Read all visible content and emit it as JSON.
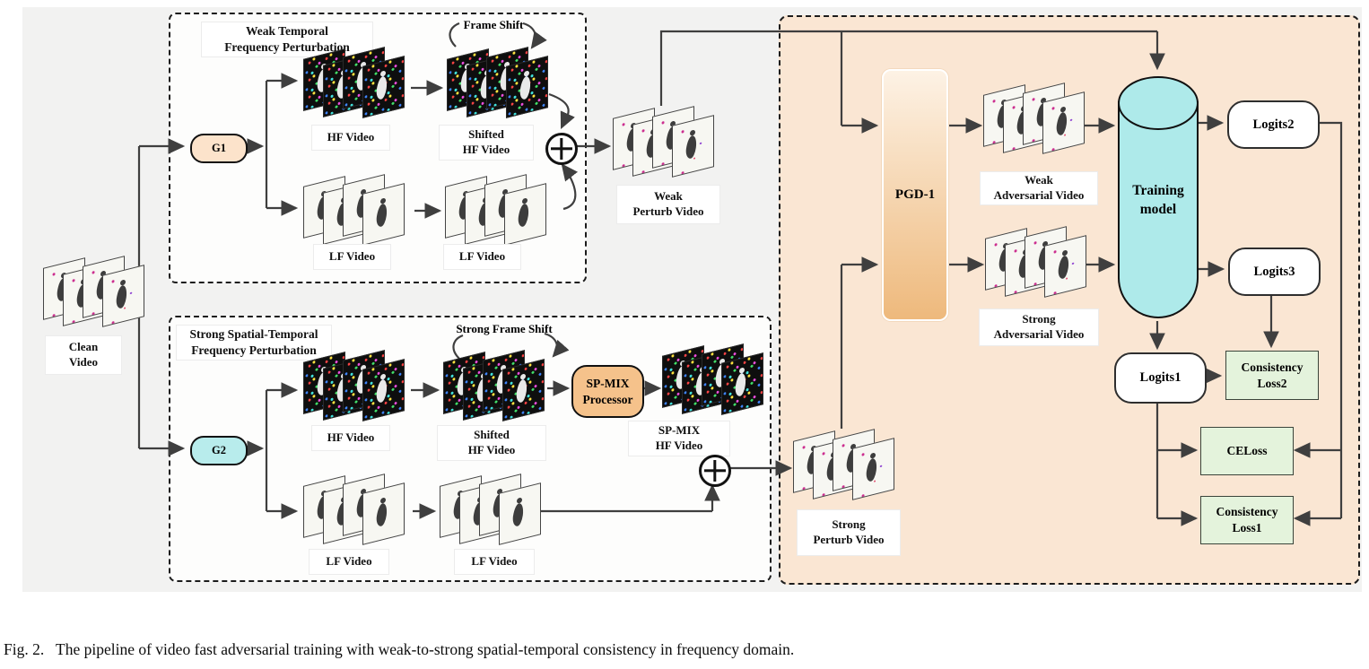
{
  "caption": "Fig. 2.   The pipeline of video fast adversarial training with weak-to-strong spatial-temporal consistency in frequency domain.",
  "input": {
    "clean_video": "Clean\nVideo"
  },
  "weak_branch": {
    "title": "Weak Temporal\nFrequency Perturbation",
    "g1": "G1",
    "hf_video": "HF Video",
    "frame_shift": "Frame Shift",
    "shifted_hf_video": "Shifted\nHF Video",
    "lf_video_1": "LF Video",
    "lf_video_2": "LF Video",
    "output": "Weak\nPerturb Video"
  },
  "strong_branch": {
    "title": "Strong Spatial-Temporal\nFrequency Perturbation",
    "g2": "G2",
    "hf_video": "HF Video",
    "strong_frame_shift": "Strong Frame Shift",
    "shifted_hf_video": "Shifted\nHF Video",
    "sp_mix_processor": "SP-MIX\nProcessor",
    "sp_mix_hf_video": "SP-MIX\nHF Video",
    "lf_video_1": "LF Video",
    "lf_video_2": "LF Video",
    "output": "Strong\nPerturb Video"
  },
  "training": {
    "pgd": "PGD-1",
    "weak_adversarial_video": "Weak\nAdversarial Video",
    "strong_adversarial_video": "Strong\nAdversarial Video",
    "model": "Training\nmodel",
    "logits1": "Logits1",
    "logits2": "Logits2",
    "logits3": "Logits3",
    "consistency_loss2": "Consistency\nLoss2",
    "ce_loss": "CELoss",
    "consistency_loss1": "Consistency\nLoss1"
  },
  "symbols": {
    "merge_symbol": "⊕"
  },
  "colors": {
    "panel_bg": "#f2f2f1",
    "training_panel_bg": "#fae6d3",
    "g1_fill": "#fce3cb",
    "g2_fill": "#b8ecec",
    "sp_mix_fill": "#f5c28b",
    "pgd_gradient_top": "#fdf2e5",
    "pgd_gradient_bottom": "#eeb97c",
    "model_fill": "#aeeaea",
    "loss_fill": "#e4f3dc",
    "line": "#3f3f3f"
  }
}
